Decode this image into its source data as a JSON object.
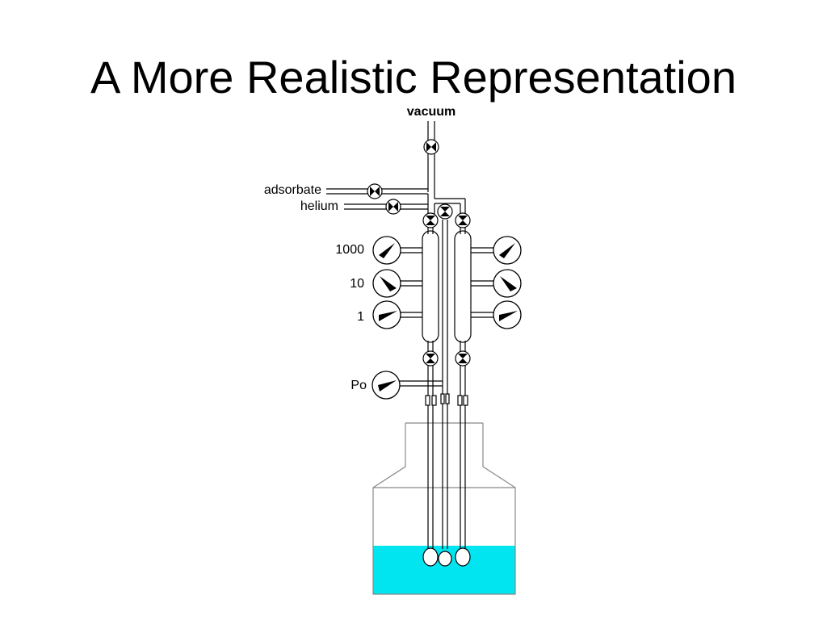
{
  "title": "A More Realistic Representation",
  "labels": {
    "vacuum": "vacuum",
    "adsorbate": "adsorbate",
    "helium": "helium",
    "gauge_1000": "1000",
    "gauge_10": "10",
    "gauge_1": "1",
    "gauge_po": "Po"
  },
  "colors": {
    "bath_liquid": "#00e5f0",
    "background": "#ffffff",
    "lines": "#000000"
  }
}
